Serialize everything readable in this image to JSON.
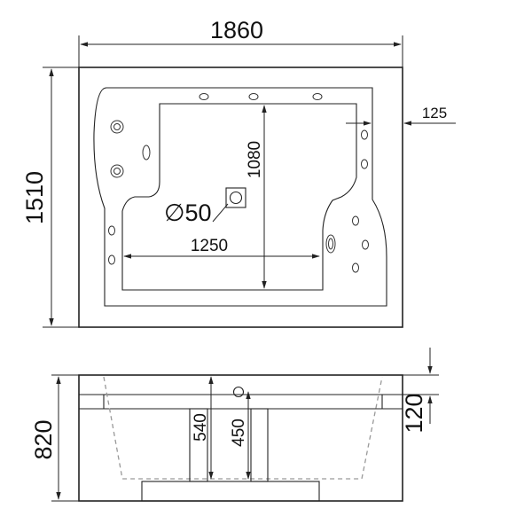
{
  "top_view": {
    "width_label": "1860",
    "length_label": "1510",
    "inner_width_label": "1250",
    "inner_length_label": "1080",
    "rim_label": "125",
    "drain_label": "∅50"
  },
  "side_view": {
    "height_label": "820",
    "skirt_label": "540",
    "seat_label": "450",
    "rim_height_label": "120"
  }
}
